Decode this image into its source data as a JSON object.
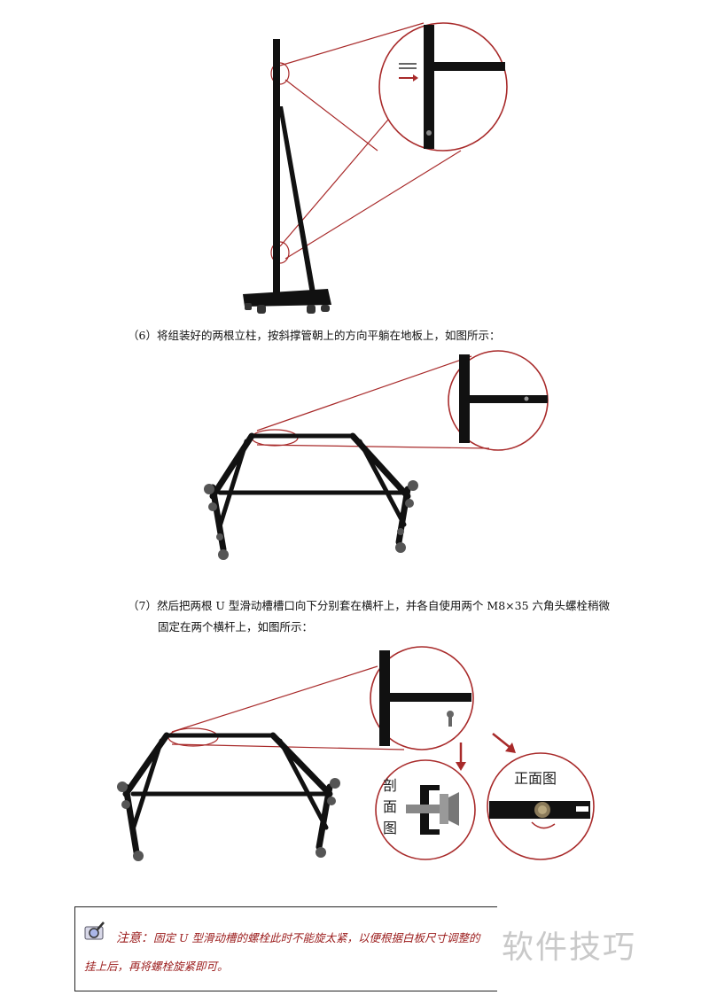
{
  "steps": {
    "step6": "（6）将组装好的两根立柱，按斜撑管朝上的方向平躺在地板上，如图所示：",
    "step7_line1": "（7）然后把两根 U 型滑动槽槽口向下分别套在横杆上，并各自使用两个 M8×35 六角头螺栓稍微",
    "step7_line2": "固定在两个横杆上，如图所示："
  },
  "figure3": {
    "section_label": [
      "剖",
      "面",
      "图"
    ],
    "front_label": "正面图"
  },
  "note": {
    "heading": "注意：",
    "line1": "固定 U 型滑动槽的螺栓此时不能旋太紧，以便根据白板尺寸调整的",
    "line2": "挂上后，再将螺栓旋紧即可。",
    "icon": "magnifier-note-icon"
  },
  "watermark": "软件技巧",
  "colors": {
    "accent_red": "#a82a2a",
    "frame_black": "#111111"
  }
}
